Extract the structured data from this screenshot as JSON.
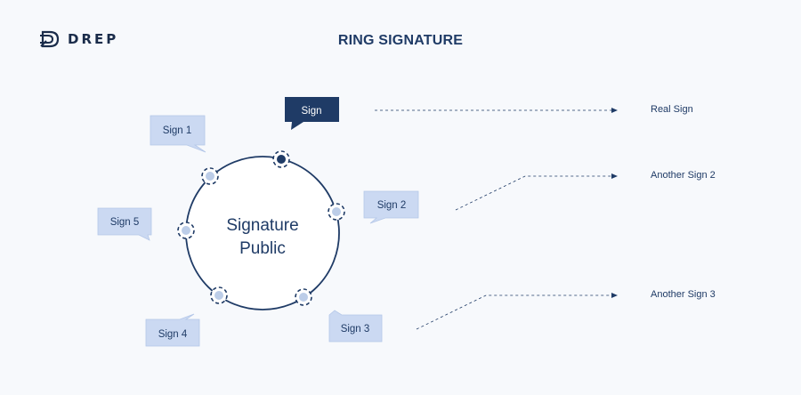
{
  "brand": {
    "name": "DREP"
  },
  "title": "RING SIGNATURE",
  "ring": {
    "center_line1": "Signature",
    "center_line2": "Public"
  },
  "bubbles": {
    "sign": "Sign",
    "sign1": "Sign 1",
    "sign2": "Sign 2",
    "sign3": "Sign 3",
    "sign4": "Sign 4",
    "sign5": "Sign 5"
  },
  "labels": {
    "real_sign": "Real Sign",
    "another_sign_2": "Another Sign 2",
    "another_sign_3": "Another Sign 3"
  },
  "colors": {
    "primary": "#1f3b66",
    "bubble_fill": "#cbd9f2",
    "bubble_dark": "#1f3b66",
    "background": "#f7f9fc"
  }
}
